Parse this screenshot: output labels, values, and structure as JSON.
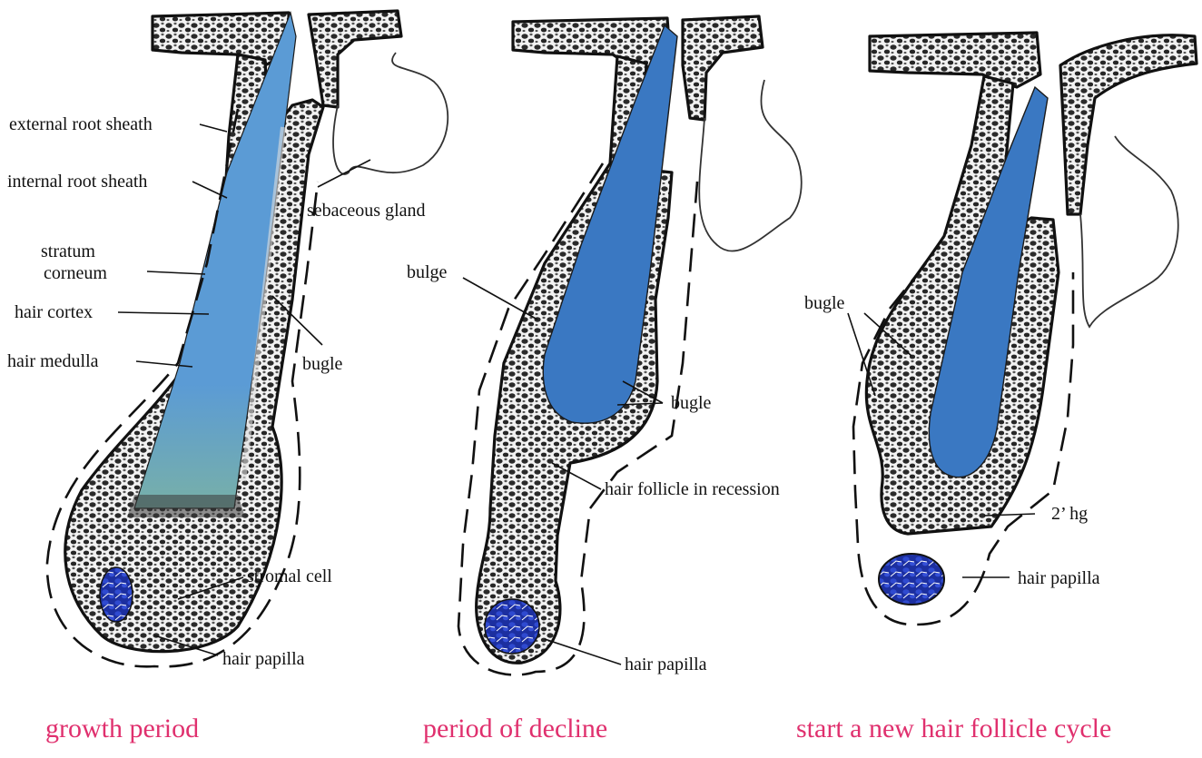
{
  "panels": [
    {
      "caption": "growth period",
      "labels": {
        "external_root_sheath": "external root sheath",
        "internal_root_sheath": "internal root sheath",
        "stratum_line1": "stratum",
        "stratum_line2": "corneum",
        "hair_cortex": "hair cortex",
        "hair_medulla": "hair medulla",
        "sebaceous_gland": "sebaceous gland",
        "bugle": "bugle",
        "stromal_cell": "stromal cell",
        "hair_papilla": "hair papilla"
      }
    },
    {
      "caption": "period of decline",
      "labels": {
        "bulge": "bulge",
        "bugle": "bugle",
        "hair_follicle_in_recession": "hair follicle in recession",
        "hair_papilla": "hair papilla"
      }
    },
    {
      "caption": "start a new hair follicle cycle",
      "labels": {
        "bugle": "bugle",
        "secondary_hair_germ": "2’ hg",
        "hair_papilla": "hair papilla"
      }
    }
  ],
  "colors": {
    "caption": "#e0306e",
    "hair_shaft": "#3a78c2",
    "hair_shaft_light": "#5b9bd5",
    "papilla": "#1c2fa0",
    "tissue": "#2b2b2b"
  }
}
